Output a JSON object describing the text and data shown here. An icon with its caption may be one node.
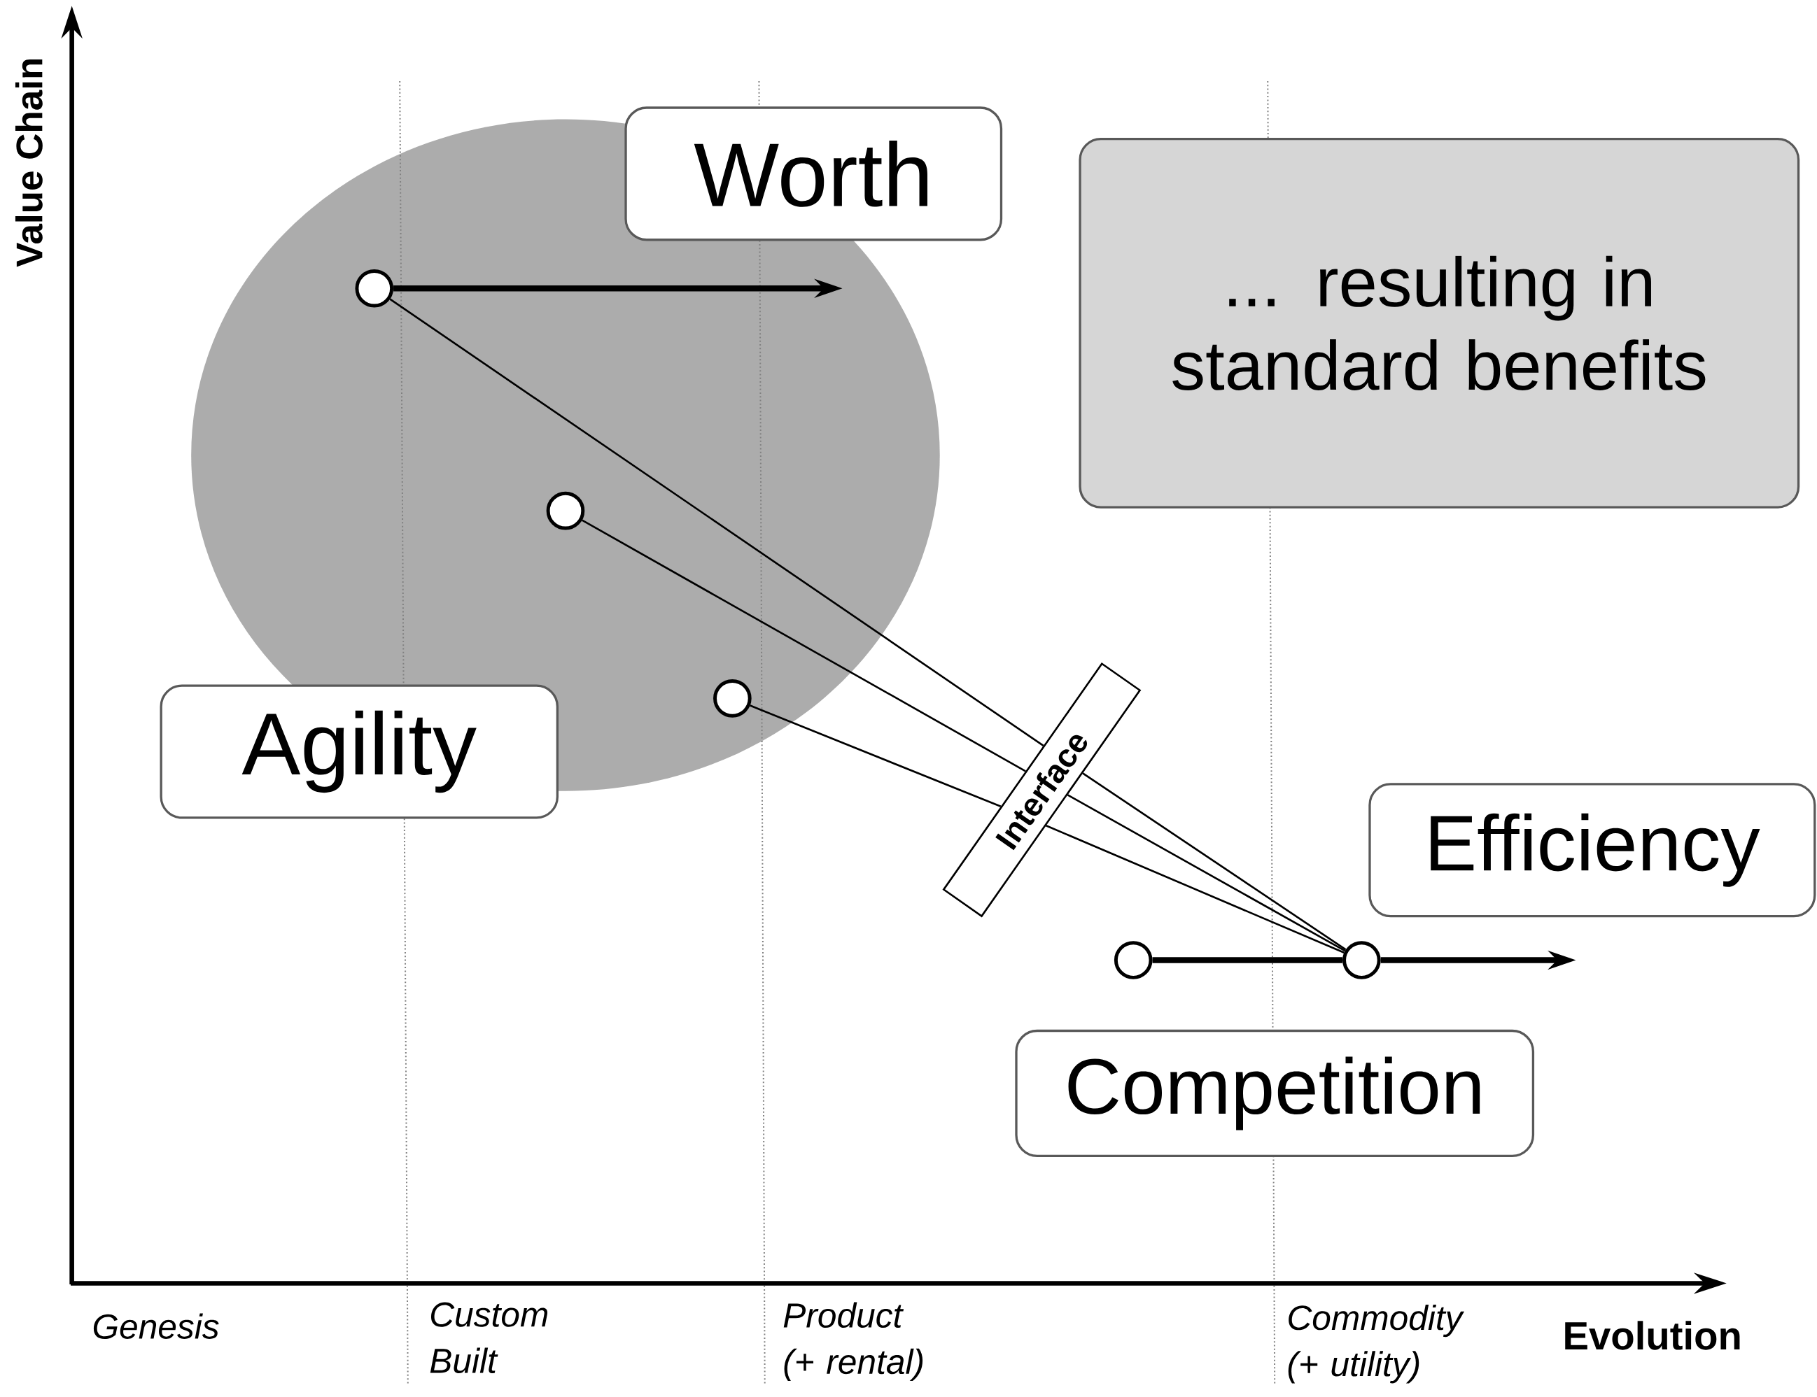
{
  "diagram": {
    "nodes": [
      {
        "text": [
          "Worth"
        ]
      },
      {
        "text": [
          "... resulting in standard benefits"
        ]
      },
      {
        "text": [
          "Agility"
        ]
      },
      {
        "text": [
          "Efficiency"
        ]
      },
      {
        "text": [
          "Competition"
        ]
      },
      {
        "text": [
          "Interface"
        ]
      },
      {
        "text": [],
        "shape": "circle"
      },
      {
        "text": [],
        "shape": "circle"
      },
      {
        "text": [],
        "shape": "circle"
      },
      {
        "text": [],
        "shape": "circle"
      },
      {
        "text": [],
        "shape": "circle"
      }
    ],
    "edges": [
      {
        "from": 6,
        "to": null,
        "arrow": "to",
        "style": "thick"
      },
      {
        "from": 6,
        "to": 5,
        "arrow": "none"
      },
      {
        "from": 7,
        "to": 5,
        "arrow": "none"
      },
      {
        "from": 8,
        "to": 5,
        "arrow": "none"
      },
      {
        "from": 5,
        "to": 10,
        "arrow": "none"
      },
      {
        "from": 5,
        "to": 10,
        "arrow": "none"
      },
      {
        "from": 5,
        "to": 10,
        "arrow": "none"
      },
      {
        "from": 9,
        "to": 10,
        "arrow": "none",
        "style": "thick"
      },
      {
        "from": 10,
        "to": null,
        "arrow": "to",
        "style": "thick"
      }
    ],
    "labels": [
      "Value Chain",
      "Genesis",
      "Custom Built",
      "Product (+ rental)",
      "Commodity (+ utility)",
      "Evolution"
    ]
  }
}
